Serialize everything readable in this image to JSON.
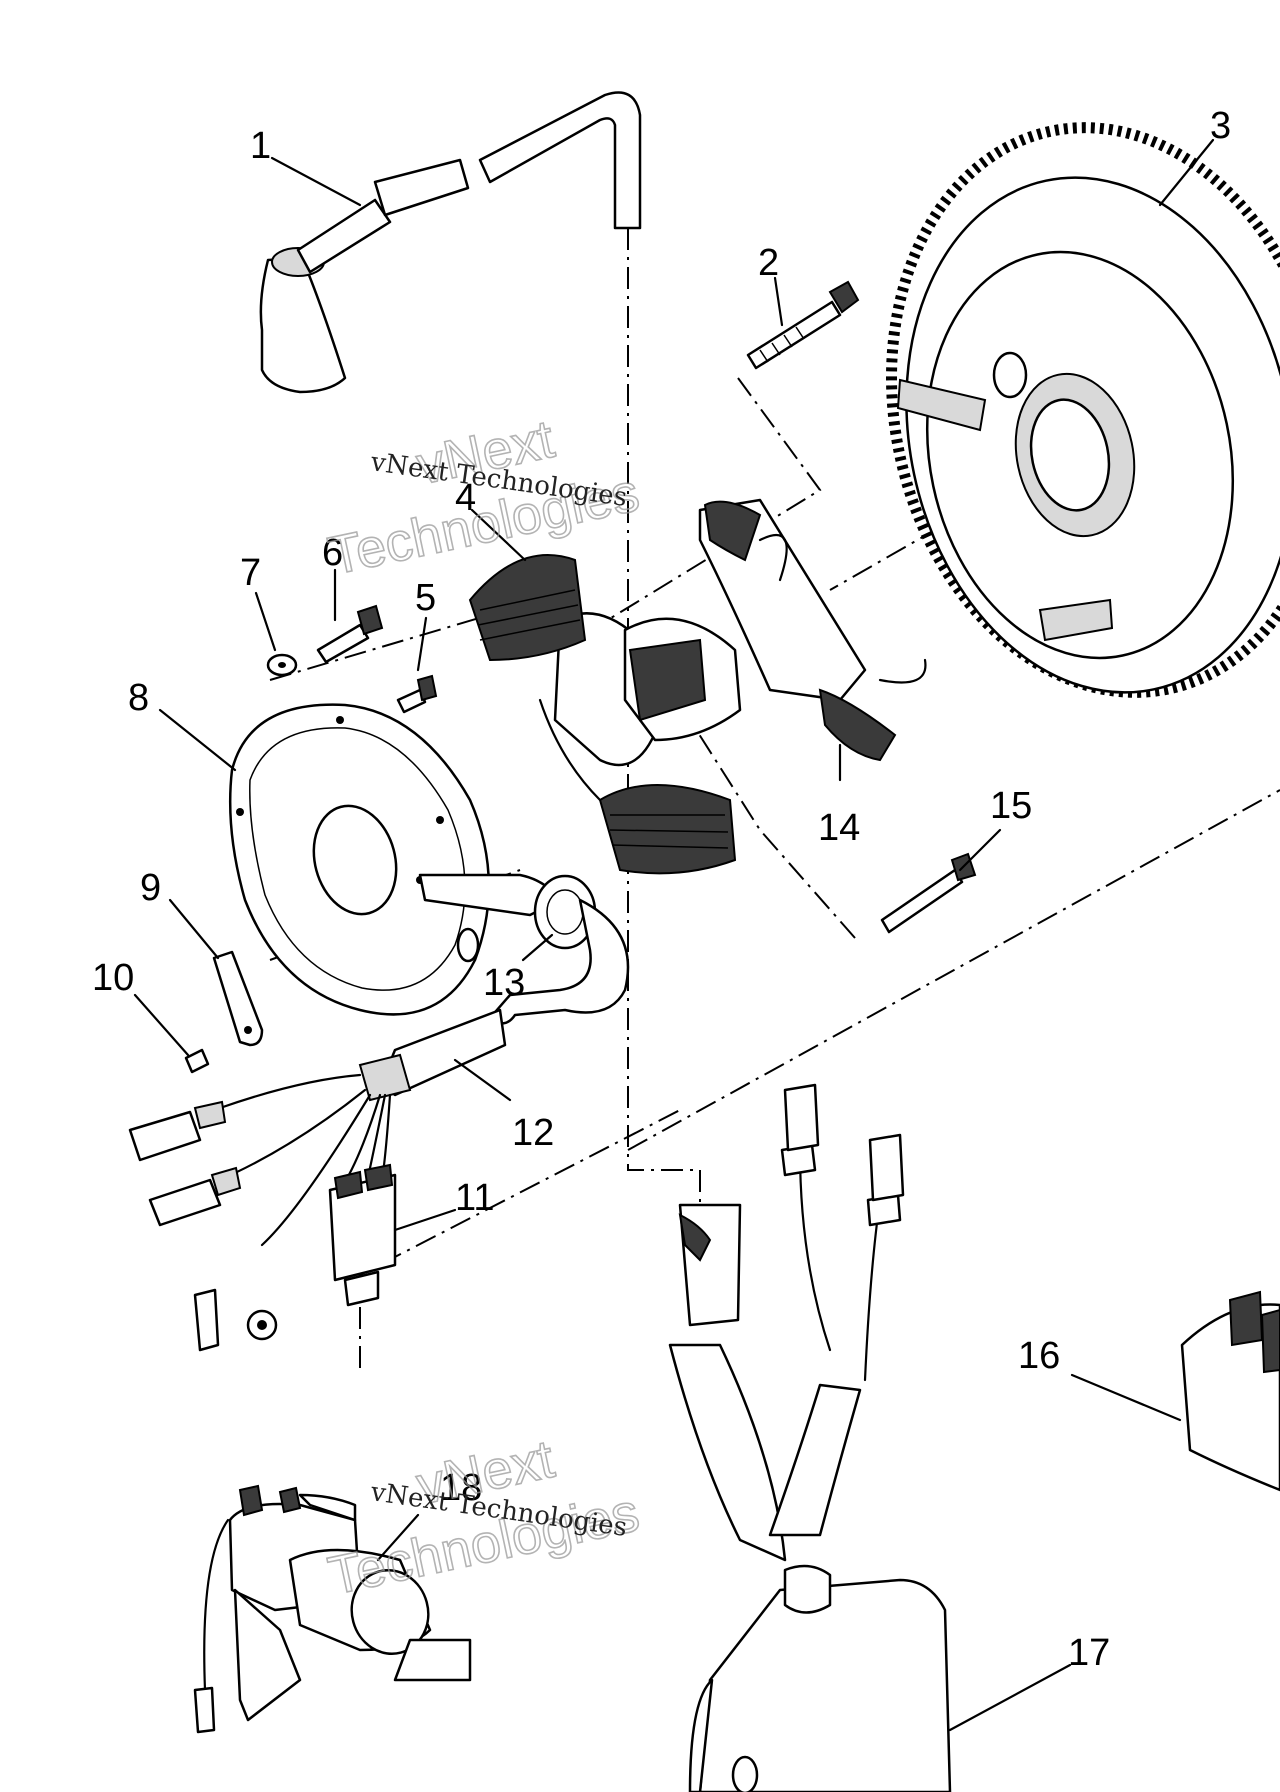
{
  "watermark": {
    "brand": "vNext",
    "company": "Technologies",
    "full": "vNext Technologies"
  },
  "callouts": {
    "c1": "1",
    "c2": "2",
    "c3": "3",
    "c4": "4",
    "c5": "5",
    "c6": "6",
    "c7": "7",
    "c8": "8",
    "c9": "9",
    "c10": "10",
    "c11": "11",
    "c12": "12",
    "c13": "13",
    "c14": "14",
    "c15": "15",
    "c16": "16",
    "c17": "17",
    "c18": "18"
  }
}
